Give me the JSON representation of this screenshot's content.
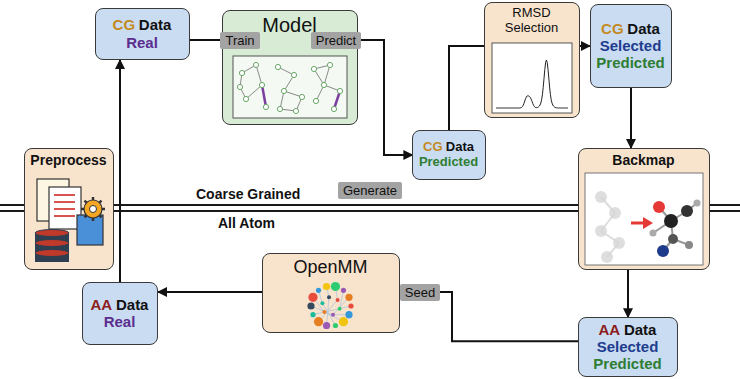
{
  "diagram": {
    "nodes": [
      {
        "text": [
          "CG",
          "Data",
          "Real"
        ]
      },
      {
        "text": [
          "Model"
        ]
      },
      {
        "text": [
          "CG",
          "Data",
          "Predicted"
        ]
      },
      {
        "text": [
          "RMSD Selection"
        ]
      },
      {
        "text": [
          "CG",
          "Data",
          "Selected",
          "Predicted"
        ]
      },
      {
        "text": [
          "Preprocess"
        ]
      },
      {
        "text": [
          "Backmap"
        ]
      },
      {
        "text": [
          "OpenMM"
        ]
      },
      {
        "text": [
          "AA",
          "Data",
          "Real"
        ]
      },
      {
        "text": [
          "AA",
          "Data",
          "Selected",
          "Predicted"
        ]
      }
    ],
    "edges": [
      {
        "from": 0,
        "to": 1,
        "label": "Train",
        "arrow": "none"
      },
      {
        "from": 1,
        "to": 2,
        "label": "Predict",
        "arrow": "to"
      },
      {
        "from": 2,
        "to": 4,
        "arrow": "to"
      },
      {
        "from": 4,
        "to": 6,
        "arrow": "to"
      },
      {
        "from": 6,
        "to": 9,
        "arrow": "to"
      },
      {
        "from": 9,
        "to": 7,
        "label": "Seed",
        "arrow": "none"
      },
      {
        "from": 7,
        "to": 8,
        "label": "Generate",
        "arrow": "to"
      },
      {
        "from": 8,
        "to": 0,
        "arrow": "to"
      }
    ],
    "labels": [
      "Coarse Grained",
      "All Atom"
    ]
  }
}
